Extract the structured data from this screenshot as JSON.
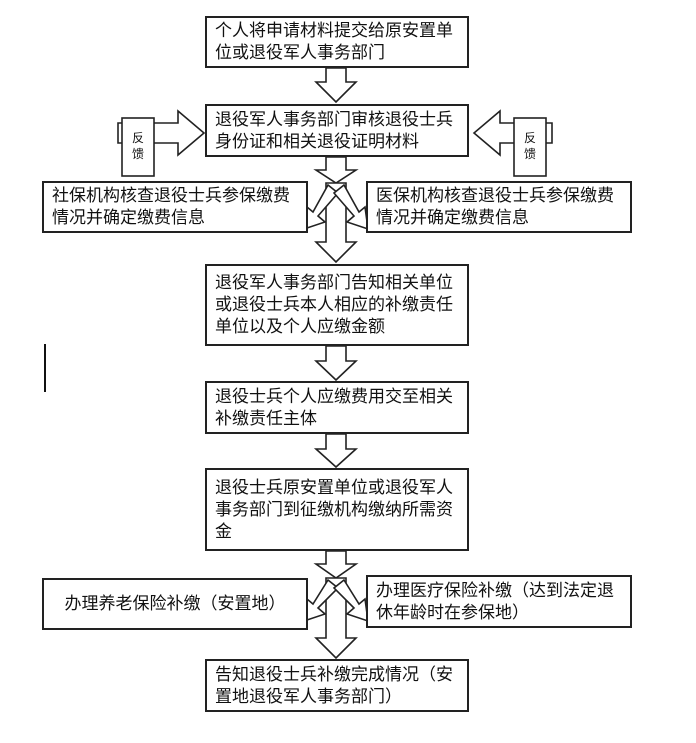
{
  "flow": {
    "step1": "个人将申请材料提交给原安置单位或退役军人事务部门",
    "step2": "退役军人事务部门审核退役士兵身份证和相关退役证明材料",
    "social_insurance": "社保机构核查退役士兵参保缴费情况并确定缴费信息",
    "medical_insurance": "医保机构核查退役士兵参保缴费情况并确定缴费信息",
    "step3": "退役军人事务部门告知相关单位或退役士兵本人相应的补缴责任单位以及个人应缴金额",
    "step4": "退役士兵个人应缴费用交至相关补缴责任主体",
    "step5": "退役士兵原安置单位或退役军人事务部门到征缴机构缴纳所需资金",
    "pension": "办理养老保险补缴（安置地）",
    "medical": "办理医疗保险补缴（达到法定退休年龄时在参保地）",
    "step6": "告知退役士兵补缴完成情况（安置地退役军人事务部门）",
    "feedback_left": "反馈",
    "feedback_right": "反馈"
  }
}
